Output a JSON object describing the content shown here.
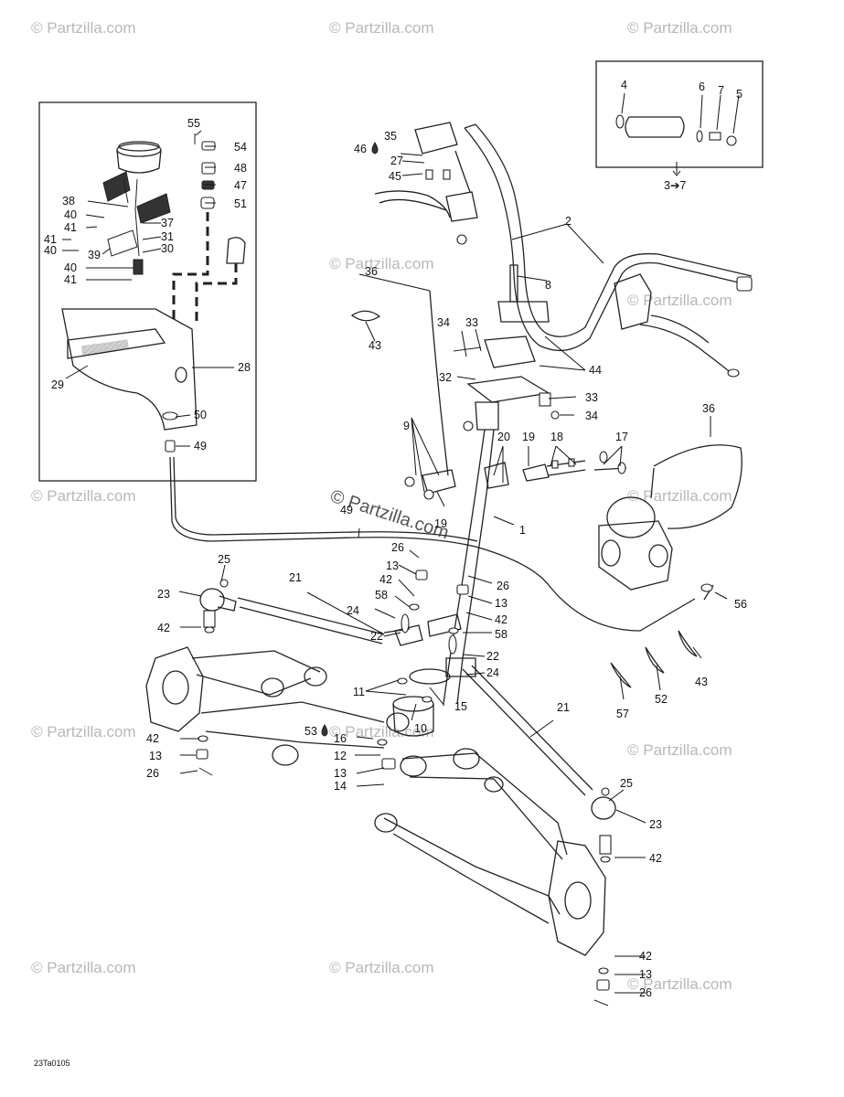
{
  "watermark": "© Partzilla.com",
  "diagram_code": "23Ta0105",
  "callouts": {
    "c1": "1",
    "c2": "2",
    "c3to7": "3➔7",
    "c4": "4",
    "c5": "5",
    "c6": "6",
    "c7": "7",
    "c8": "8",
    "c9": "9",
    "c10": "10",
    "c11": "11",
    "c12": "12",
    "c13a": "13",
    "c13b": "13",
    "c13c": "13",
    "c13d": "13",
    "c13e": "13",
    "c14": "14",
    "c15": "15",
    "c16": "16",
    "c17": "17",
    "c18": "18",
    "c19a": "19",
    "c19b": "19",
    "c20": "20",
    "c21a": "21",
    "c21b": "21",
    "c22a": "22",
    "c22b": "22",
    "c23a": "23",
    "c23b": "23",
    "c24a": "24",
    "c24b": "24",
    "c25a": "25",
    "c25b": "25",
    "c26a": "26",
    "c26b": "26",
    "c26c": "26",
    "c26d": "26",
    "c27": "27",
    "c28": "28",
    "c29": "29",
    "c30": "30",
    "c31": "31",
    "c32": "32",
    "c33a": "33",
    "c33b": "33",
    "c34a": "34",
    "c34b": "34",
    "c35": "35",
    "c36a": "36",
    "c36b": "36",
    "c37": "37",
    "c38": "38",
    "c39": "39",
    "c40a": "40",
    "c40b": "40",
    "c40c": "40",
    "c41a": "41",
    "c41b": "41",
    "c41c": "41",
    "c42a": "42",
    "c42b": "42",
    "c42c": "42",
    "c42d": "42",
    "c42e": "42",
    "c42f": "42",
    "c43a": "43",
    "c43b": "43",
    "c44": "44",
    "c45": "45",
    "c46": "46",
    "c47": "47",
    "c48": "48",
    "c49a": "49",
    "c49b": "49",
    "c50": "50",
    "c51": "51",
    "c52": "52",
    "c53": "53",
    "c54": "54",
    "c55": "55",
    "c56": "56",
    "c57": "57",
    "c58a": "58",
    "c58b": "58"
  }
}
